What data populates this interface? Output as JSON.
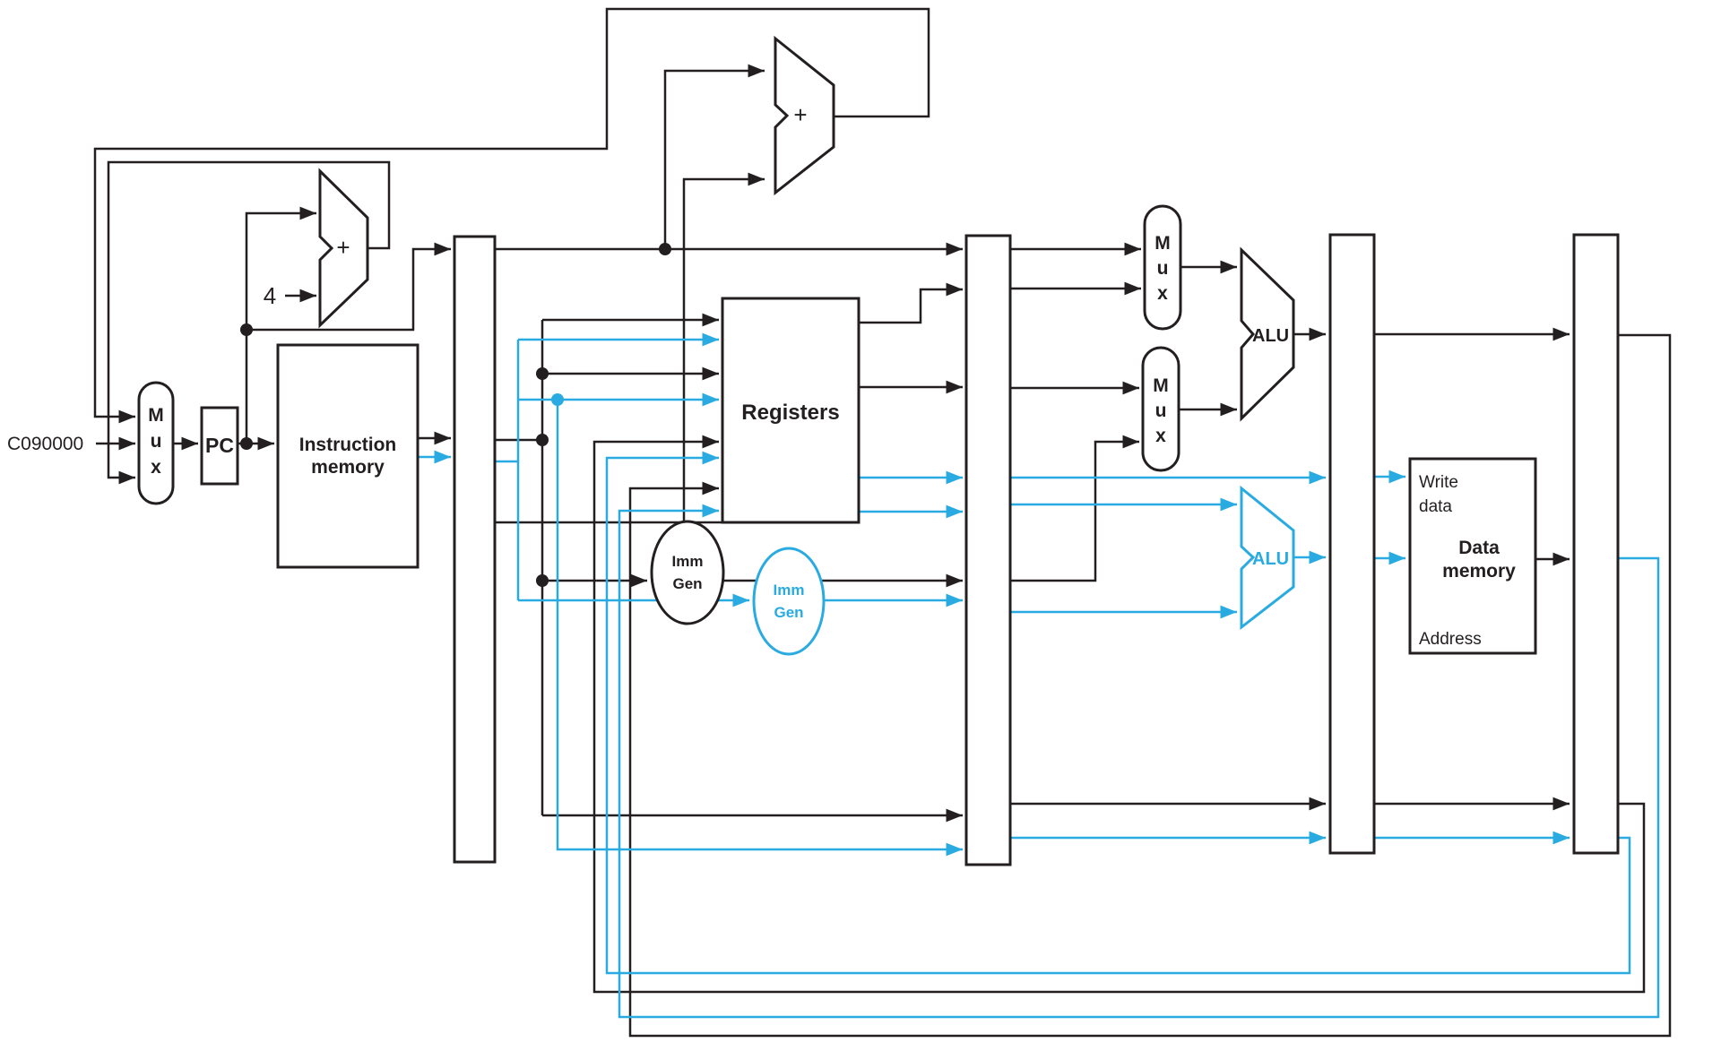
{
  "colors": {
    "wire_black": "#231f20",
    "wire_blue": "#29abe2",
    "background": "#ffffff"
  },
  "labels": {
    "pc_input_value": "C090000",
    "increment_constant": "4",
    "plus": "+",
    "pc": "PC",
    "mux": [
      "M",
      "u",
      "x"
    ],
    "instruction_memory": [
      "Instruction",
      "memory"
    ],
    "registers": "Registers",
    "imm_gen": [
      "Imm",
      "Gen"
    ],
    "alu": "ALU",
    "data_memory": {
      "write_data": [
        "Write",
        "data"
      ],
      "name": [
        "Data",
        "memory"
      ],
      "address": "Address"
    }
  }
}
